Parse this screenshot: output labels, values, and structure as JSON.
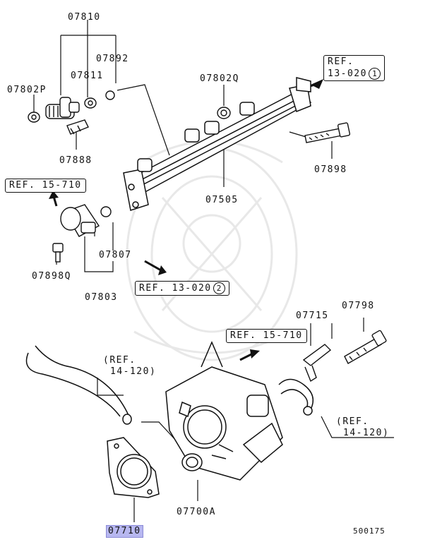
{
  "parts": {
    "p07810": "07810",
    "p07892": "07892",
    "p07811": "07811",
    "p07802P": "07802P",
    "p07888": "07888",
    "p07802Q": "07802Q",
    "p07898": "07898",
    "p07505": "07505",
    "p07807": "07807",
    "p07898Q": "07898Q",
    "p07803": "07803",
    "p07715": "07715",
    "p07798": "07798",
    "p07700A": "07700A",
    "p07710": "07710"
  },
  "refs": {
    "ref_13_020_1_line1": "REF.",
    "ref_13_020_1_line2": "13-020",
    "ref_13_020_1_num": "1",
    "ref_15_710_a": "REF. 15-710",
    "ref_13_020_2": "REF. 13-020",
    "ref_13_020_2_num": "2",
    "ref_15_710_b": "REF. 15-710",
    "ref_14_120_a_line1": "(REF.",
    "ref_14_120_a_line2": "14-120)",
    "ref_14_120_b_line1": "(REF.",
    "ref_14_120_b_line2": "14-120)"
  },
  "diagram_code": "500175",
  "colors": {
    "highlight": "#b7b7f0",
    "line": "#111111",
    "watermark": "#e6e6e6"
  }
}
